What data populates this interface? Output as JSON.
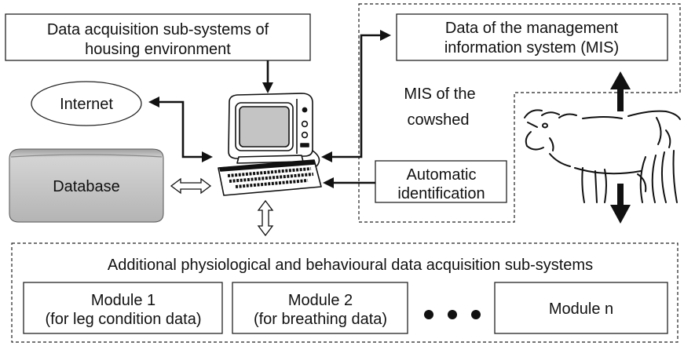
{
  "housing_box": {
    "line1": "Data acquisition sub-systems of",
    "line2": "housing environment"
  },
  "internet": {
    "label": "Internet"
  },
  "database": {
    "label": "Database"
  },
  "mis_data_box": {
    "line1": "Data of the management",
    "line2": "information system (MIS)"
  },
  "mis_region": {
    "line1": "MIS of the",
    "line2": "cowshed"
  },
  "auto_id_box": {
    "line1": "Automatic",
    "line2": "identification"
  },
  "additional": {
    "title": "Additional physiological and behavioural data acquisition sub-systems",
    "modules": [
      {
        "name": "Module 1",
        "detail": "(for leg condition data)"
      },
      {
        "name": "Module 2",
        "detail": "(for breathing data)"
      },
      {
        "name": "Module n",
        "detail": ""
      }
    ]
  },
  "colors": {
    "line": "#111111",
    "database_fill": "#b8b8b8",
    "screen_fill": "#c4c4c4"
  }
}
